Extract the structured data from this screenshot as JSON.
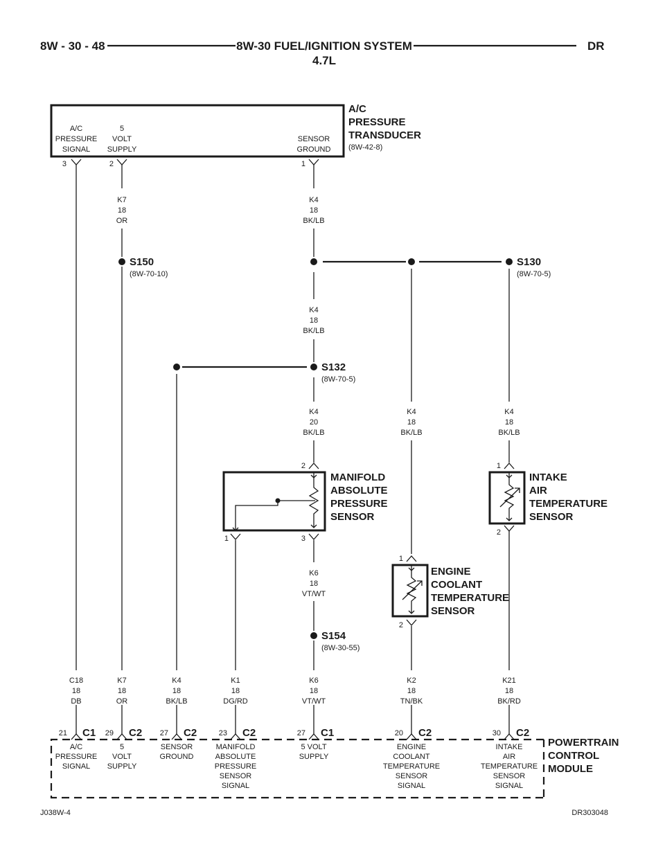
{
  "header": {
    "page_number": "8W - 30 - 48",
    "title": "8W-30 FUEL/IGNITION SYSTEM",
    "subtitle": "4.7L",
    "model": "DR"
  },
  "footer": {
    "left_code": "J038W-4",
    "right_code": "DR303048"
  },
  "ac_transducer": {
    "name": [
      "A/C",
      "PRESSURE",
      "TRANSDUCER"
    ],
    "ref": "(8W-42-8)",
    "pins": [
      {
        "pin": "3",
        "label": [
          "A/C",
          "PRESSURE",
          "SIGNAL"
        ]
      },
      {
        "pin": "2",
        "label": [
          "5",
          "VOLT",
          "SUPPLY"
        ]
      },
      {
        "pin": "1",
        "label": [
          "SENSOR",
          "GROUND"
        ]
      }
    ]
  },
  "splices": {
    "s150": {
      "name": "S150",
      "ref": "(8W-70-10)"
    },
    "s130": {
      "name": "S130",
      "ref": "(8W-70-5)"
    },
    "s132": {
      "name": "S132",
      "ref": "(8W-70-5)"
    },
    "s154": {
      "name": "S154",
      "ref": "(8W-30-55)"
    }
  },
  "wires": {
    "k7_top": [
      "K7",
      "18",
      "OR"
    ],
    "k4_top": [
      "K4",
      "18",
      "BK/LB"
    ],
    "k4_mid": [
      "K4",
      "18",
      "BK/LB"
    ],
    "k4_map": [
      "K4",
      "20",
      "BK/LB"
    ],
    "k4_ect": [
      "K4",
      "18",
      "BK/LB"
    ],
    "k4_iat": [
      "K4",
      "18",
      "BK/LB"
    ],
    "k6_mid": [
      "K6",
      "18",
      "VT/WT"
    ],
    "c18": [
      "C18",
      "18",
      "DB"
    ],
    "k7_bot": [
      "K7",
      "18",
      "OR"
    ],
    "k4_bot": [
      "K4",
      "18",
      "BK/LB"
    ],
    "k1": [
      "K1",
      "18",
      "DG/RD"
    ],
    "k6_bot": [
      "K6",
      "18",
      "VT/WT"
    ],
    "k2": [
      "K2",
      "18",
      "TN/BK"
    ],
    "k21": [
      "K21",
      "18",
      "BK/RD"
    ]
  },
  "map_sensor": {
    "name": [
      "MANIFOLD",
      "ABSOLUTE",
      "PRESSURE",
      "SENSOR"
    ],
    "pin_top": "2",
    "pin_bottom_left": "1",
    "pin_bottom_right": "3"
  },
  "iat_sensor": {
    "name": [
      "INTAKE",
      "AIR",
      "TEMPERATURE",
      "SENSOR"
    ],
    "pin_top": "1",
    "pin_bottom": "2"
  },
  "ect_sensor": {
    "name": [
      "ENGINE",
      "COOLANT",
      "TEMPERATURE",
      "SENSOR"
    ],
    "pin_top": "1",
    "pin_bottom": "2"
  },
  "pcm": {
    "name": [
      "POWERTRAIN",
      "CONTROL",
      "MODULE"
    ],
    "pins": [
      {
        "pin": "21",
        "conn": "C1",
        "label": [
          "A/C",
          "PRESSURE",
          "SIGNAL"
        ]
      },
      {
        "pin": "29",
        "conn": "C2",
        "label": [
          "5",
          "VOLT",
          "SUPPLY"
        ]
      },
      {
        "pin": "27",
        "conn": "C2",
        "label": [
          "SENSOR",
          "GROUND"
        ]
      },
      {
        "pin": "23",
        "conn": "C2",
        "label": [
          "MANIFOLD",
          "ABSOLUTE",
          "PRESSURE",
          "SENSOR",
          "SIGNAL"
        ]
      },
      {
        "pin": "27",
        "conn": "C1",
        "label": [
          "5 VOLT",
          "SUPPLY"
        ]
      },
      {
        "pin": "20",
        "conn": "C2",
        "label": [
          "ENGINE",
          "COOLANT",
          "TEMPERATURE",
          "SENSOR",
          "SIGNAL"
        ]
      },
      {
        "pin": "30",
        "conn": "C2",
        "label": [
          "INTAKE",
          "AIR",
          "TEMPERATURE",
          "SENSOR",
          "SIGNAL"
        ]
      }
    ]
  }
}
